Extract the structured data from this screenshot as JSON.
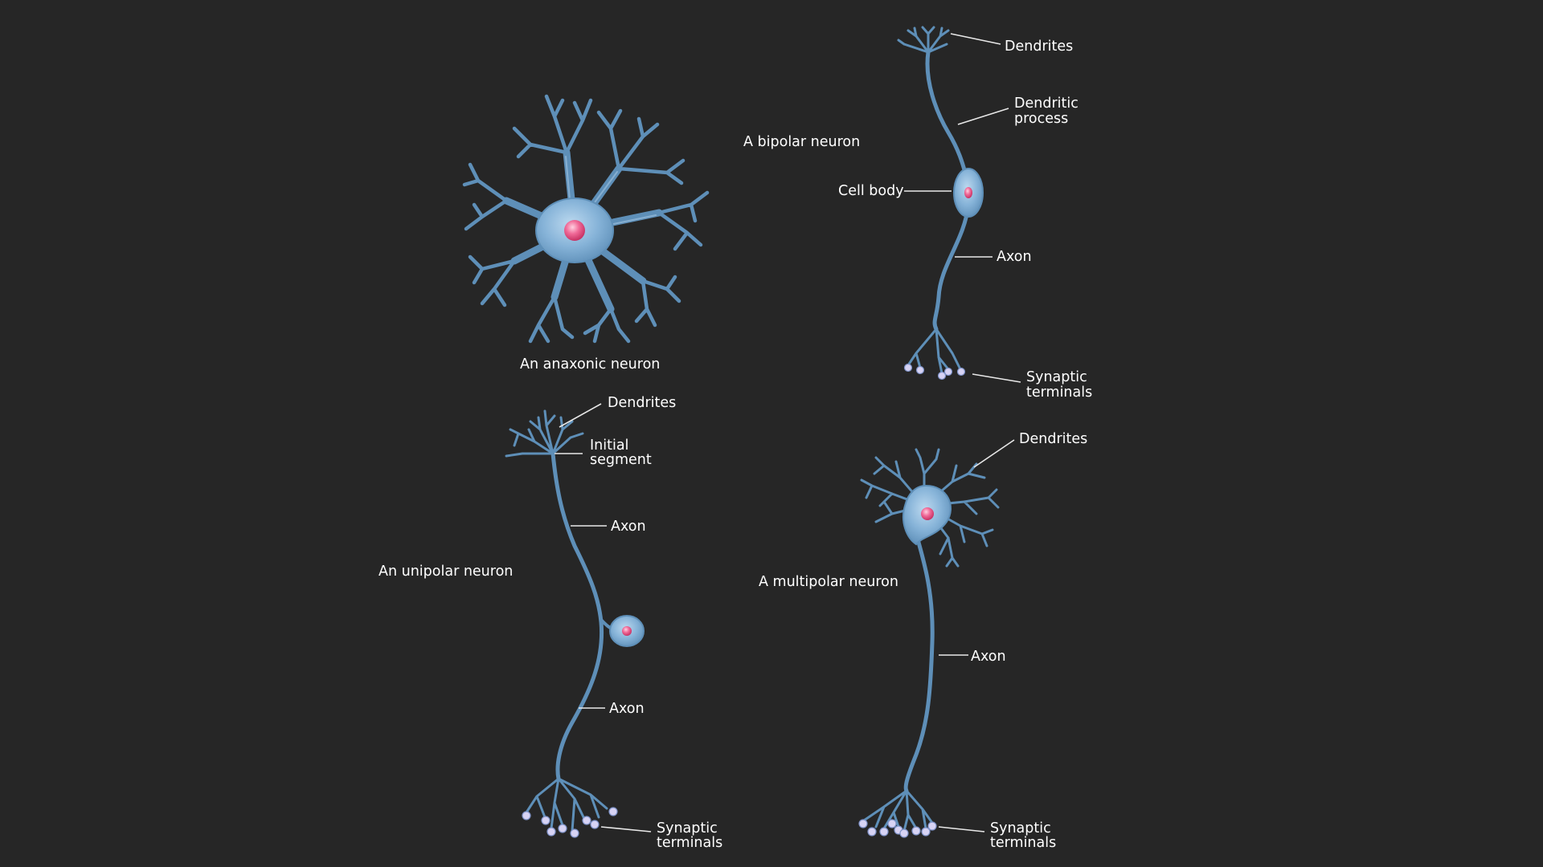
{
  "colors": {
    "background": "#262626",
    "neurite": "#5e8fb8",
    "neurite_highlight": "#a9cbe6",
    "nucleus": "#e8457a",
    "synaptic_terminal": "#d7d3f4",
    "label_text": "#ffffff"
  },
  "anaxonic": {
    "title": "An anaxonic neuron"
  },
  "bipolar": {
    "title": "A bipolar neuron",
    "labels": {
      "dendrites": "Dendrites",
      "dendritic_process_line1": "Dendritic",
      "dendritic_process_line2": "process",
      "cell_body": "Cell body",
      "axon": "Axon",
      "synaptic_line1": "Synaptic",
      "synaptic_line2": "terminals"
    }
  },
  "unipolar": {
    "title": "An unipolar neuron",
    "labels": {
      "dendrites": "Dendrites",
      "initial_segment_line1": "Initial",
      "initial_segment_line2": "segment",
      "axon_upper": "Axon",
      "axon_lower": "Axon",
      "synaptic_line1": "Synaptic",
      "synaptic_line2": "terminals"
    }
  },
  "multipolar": {
    "title": "A multipolar neuron",
    "labels": {
      "dendrites": "Dendrites",
      "axon": "Axon",
      "synaptic_line1": "Synaptic",
      "synaptic_line2": "terminals"
    }
  }
}
